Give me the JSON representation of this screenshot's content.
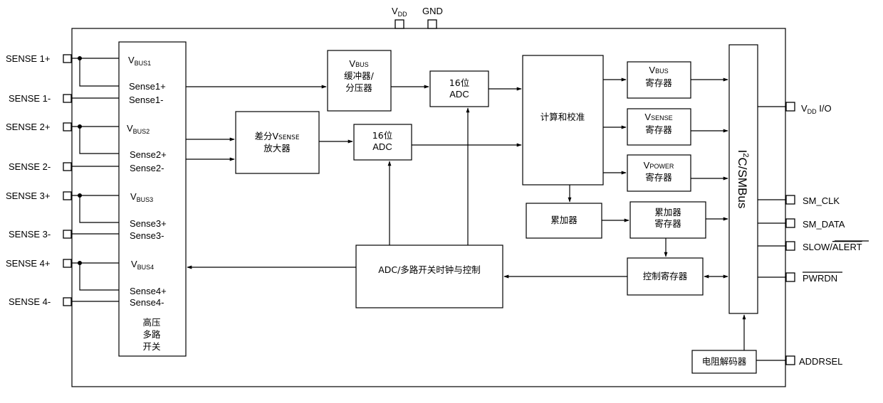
{
  "top_pins": {
    "vdd_main": "V",
    "vdd_sub": "DD",
    "gnd": "GND"
  },
  "left_pins": [
    "SENSE 1+",
    "SENSE 1-",
    "SENSE 2+",
    "SENSE 2-",
    "SENSE 3+",
    "SENSE 3-",
    "SENSE 4+",
    "SENSE 4-"
  ],
  "right_pins": {
    "vdd_io_main": "V",
    "vdd_io_sub": "DD",
    "vdd_io_suffix": " I/O",
    "sm_clk": "SM_CLK",
    "sm_data": "SM_DATA",
    "slow_prefix": "SLOW/",
    "alert": "ALERT",
    "pwrdn": "PWRDN",
    "addrsel": "ADDRSEL"
  },
  "mux": {
    "vbus_main": "V",
    "vbus_subs": [
      "BUS1",
      "BUS2",
      "BUS3",
      "BUS4"
    ],
    "sense_labels": [
      "Sense1+",
      "Sense1-",
      "Sense2+",
      "Sense2-",
      "Sense3+",
      "Sense3-",
      "Sense4+",
      "Sense4-"
    ],
    "title_lines": [
      "高压",
      "多路",
      "开关"
    ]
  },
  "blocks": {
    "vbus_buffer": {
      "line1_main": "V",
      "line1_sub": "BUS",
      "line2": "缓冲器/",
      "line3": "分压器"
    },
    "adc_top": {
      "line1": "16位",
      "line2": "ADC"
    },
    "diff_amp": {
      "line1_prefix": "差分V",
      "line1_sub": "SENSE",
      "line2": "放大器"
    },
    "adc_mid": {
      "line1": "16位",
      "line2": "ADC"
    },
    "calc": "计算和校准",
    "reg_vbus": {
      "line1_main": "V",
      "line1_sub": "BUS",
      "line2": "寄存器"
    },
    "reg_vsense": {
      "line1_main": "V",
      "line1_sub": "SENSE",
      "line2": "寄存器"
    },
    "reg_vpower": {
      "line1_main": "V",
      "line1_sub": "POWER",
      "line2": "寄存器"
    },
    "accumulator": "累加器",
    "acc_register": {
      "line1": "累加器",
      "line2": "寄存器"
    },
    "adc_mux_ctrl": "ADC/多路开关时钟与控制",
    "ctrl_register": "控制寄存器",
    "i2c_bus": {
      "i": "I",
      "sup": "2",
      "rest": "C/SMBus"
    },
    "addr_decoder": "电阻解码器"
  }
}
